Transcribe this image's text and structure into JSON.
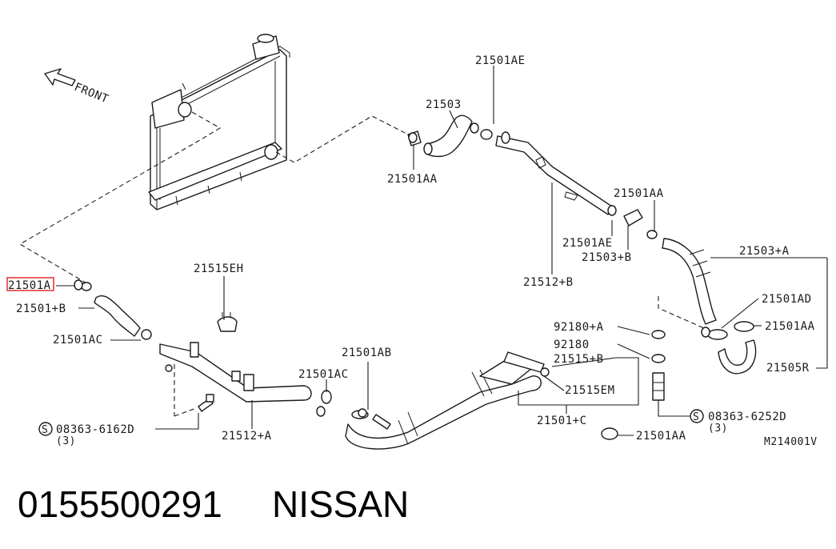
{
  "front_label": "FRONT",
  "highlight_color": "#e02020",
  "labels": {
    "p21501AE_top": "21501AE",
    "p21503": "21503",
    "p21501AA_a": "21501AA",
    "p21501AA_b": "21501AA",
    "p21501AE_mid": "21501AE",
    "p21503B": "21503+B",
    "p21512B": "21512+B",
    "p21503A": "21503+A",
    "p21501AD": "21501AD",
    "p21501AA_c": "21501AA",
    "p21505R": "21505R",
    "p21501A": "21501A",
    "p21501B": "21501+B",
    "p21501AC_a": "21501AC",
    "p21515EH": "21515EH",
    "p21501AB": "21501AB",
    "p21501AC_b": "21501AC",
    "p92180A": "92180+A",
    "p92180": "92180",
    "p21515B": "21515+B",
    "p21515EM": "21515EM",
    "p21501C": "21501+C",
    "p21512A": "21512+A",
    "p21501AA_d": "21501AA",
    "bolt_a": "08363-6162D",
    "bolt_a_qty": "(3)",
    "bolt_b": "08363-6252D",
    "bolt_b_qty": "(3)",
    "ref_code": "M214001V",
    "screw_symbol": "S"
  },
  "footer": {
    "part_number": "0155500291",
    "brand": "NISSAN"
  }
}
